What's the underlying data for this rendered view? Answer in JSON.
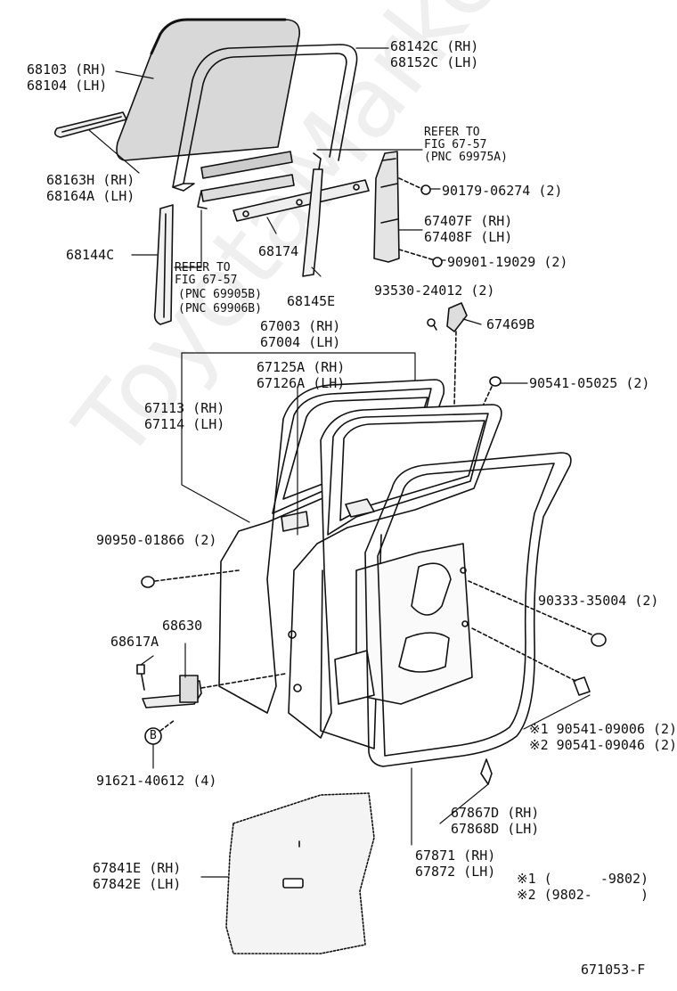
{
  "watermark": "ToyotaMarket.ru",
  "labels": {
    "glass_rh": "68103 (RH)",
    "glass_lh": "68104 (LH)",
    "run_rh": "68142C (RH)",
    "run_lh": "68152C (LH)",
    "belt_rh": "68163H (RH)",
    "belt_lh": "68164A (LH)",
    "refer_a_1": "REFER TO",
    "refer_a_2": "FIG 67-57",
    "refer_a_3": "(PNC 69975A)",
    "bolt_06274": "90179-06274 (2)",
    "regulator_rh": "67407F (RH)",
    "regulator_lh": "67408F (LH)",
    "channel_144c": "68144C",
    "channel_174": "68174",
    "refer_b_1": "REFER TO",
    "refer_b_2": "FIG 67-57",
    "refer_b_3": "(PNC 69905B)",
    "refer_b_4": "(PNC 69906B)",
    "bolt_19029": "90901-19029 (2)",
    "channel_145e": "68145E",
    "screw_24012": "93530-24012 (2)",
    "part_469b": "67469B",
    "door_rh": "67003 (RH)",
    "door_lh": "67004 (LH)",
    "panel_rh": "67125A (RH)",
    "panel_lh": "67126A (LH)",
    "clip_05025": "90541-05025 (2)",
    "frame_rh": "67113 (RH)",
    "frame_lh": "67114 (LH)",
    "bolt_01866": "90950-01866 (2)",
    "plug_35004": "90333-35004 (2)",
    "check_630": "68630",
    "pin_617a": "68617A",
    "clip_note1": "※1 90541-09006 (2)",
    "clip_note2": "※2 90541-09046 (2)",
    "circle_b": "B",
    "bolt_40612": "91621-40612 (4)",
    "clip_rh": "67867D (RH)",
    "clip_lh": "67868D (LH)",
    "weather_rh": "67871 (RH)",
    "weather_lh": "67872 (LH)",
    "cover_rh": "67841E (RH)",
    "cover_lh": "67842E (LH)",
    "note1": "※1 (      -9802)",
    "note2": "※2 (9802-      )",
    "fig_code": "671053-F"
  }
}
